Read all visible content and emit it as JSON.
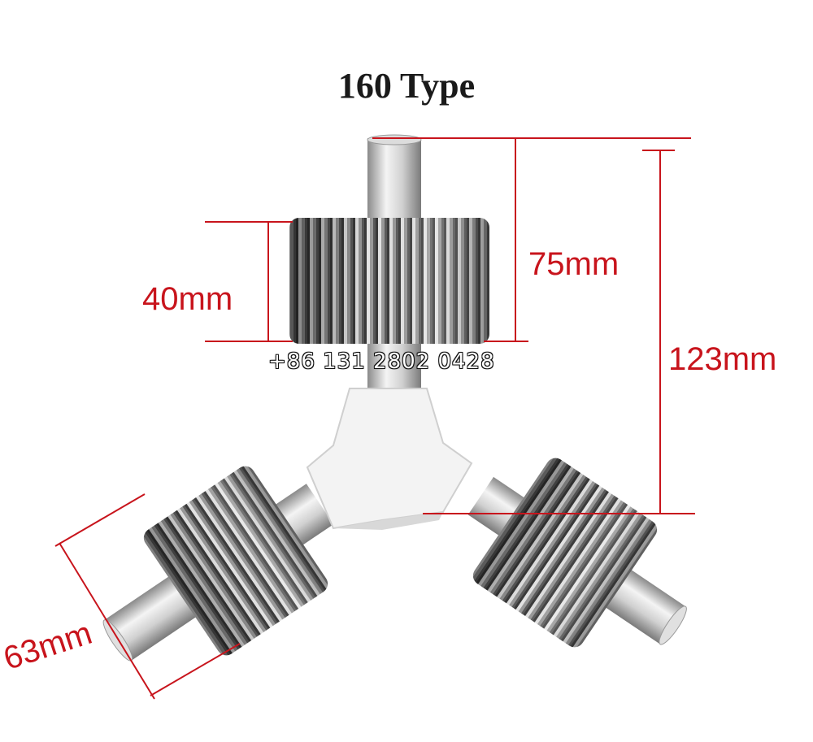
{
  "title": "160 Type",
  "dimensions": {
    "roller_width": "40mm",
    "roller_to_shaft_top": "75mm",
    "total_height": "123mm",
    "roller_diameter": "63mm"
  },
  "phone": "+86 131 2802 0428",
  "colors": {
    "dimension_line": "#c8141c",
    "hub": "#f2f2f2",
    "steel": "#a8a8a8"
  }
}
